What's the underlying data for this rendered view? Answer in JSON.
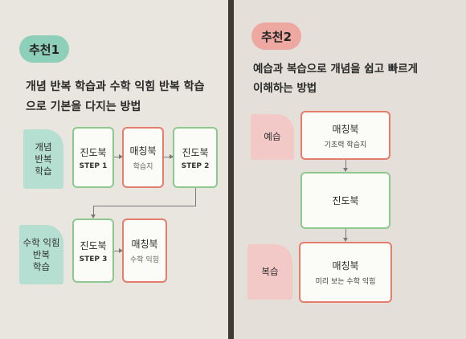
{
  "left": {
    "badge": "추천1",
    "title_lines": [
      "개념 반복 학습과 수학 익힘 반복 학습",
      "으로 기본을 다지는 방법"
    ],
    "row1_label_lines": [
      "개념",
      "반복",
      "학습"
    ],
    "row2_label_lines": [
      "수학 익힘",
      "반복",
      "학습"
    ],
    "boxes": [
      {
        "main": "진도북",
        "sub": "STEP 1"
      },
      {
        "main": "매칭북",
        "sub": "학습지"
      },
      {
        "main": "진도북",
        "sub": "STEP 2"
      },
      {
        "main": "진도북",
        "sub": "STEP 3"
      },
      {
        "main": "매칭북",
        "sub": "수학 익힘"
      }
    ]
  },
  "right": {
    "badge": "추천2",
    "title_lines": [
      "예습과 복습으로 개념을 쉽고 빠르게",
      "이해하는 방법"
    ],
    "label_top": "예습",
    "label_bottom": "복습",
    "boxes": [
      {
        "main": "매칭북",
        "sub": "기초력 학습지"
      },
      {
        "main": "진도북"
      },
      {
        "main": "매칭북",
        "sub": "미리 보는 수학 익힘"
      }
    ]
  },
  "colors": {
    "green": "#8dc98e",
    "red": "#e57d6c",
    "badge_green": "#8ecfb9",
    "badge_pink": "#eea8a2"
  }
}
